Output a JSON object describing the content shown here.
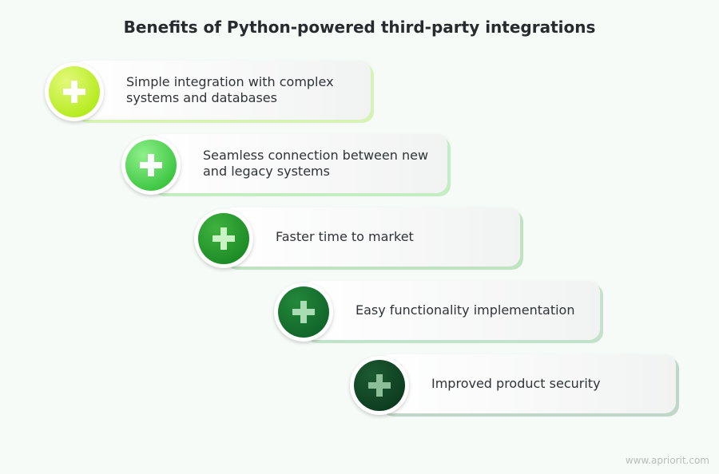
{
  "title": "Benefits of Python-powered third-party integrations",
  "items": [
    {
      "label": "Simple integration with complex systems and databases",
      "color_light": "#e3f97a",
      "color_dark": "#a6e600",
      "accent": "#d6f3b5",
      "plus_color": "#ffffff",
      "icon": "plus-icon"
    },
    {
      "label": "Seamless connection between new and legacy systems",
      "color_light": "#8ff08a",
      "color_dark": "#22b82a",
      "accent": "#c5edc3",
      "plus_color": "#ffffff",
      "icon": "plus-icon"
    },
    {
      "label": "Faster time to market",
      "color_light": "#3fb240",
      "color_dark": "#127f1c",
      "accent": "#bfe3c0",
      "plus_color": "#c9f3c2",
      "icon": "plus-icon"
    },
    {
      "label": "Easy functionality implementation",
      "color_light": "#23883a",
      "color_dark": "#0b5a24",
      "accent": "#c4e1cc",
      "plus_color": "#a9dcb2",
      "icon": "plus-icon"
    },
    {
      "label": "Improved product security",
      "color_light": "#1c5a31",
      "color_dark": "#08331a",
      "accent": "#c0d6c8",
      "plus_color": "#8cbf98",
      "icon": "plus-icon"
    }
  ],
  "footer": "www.apriorit.com"
}
